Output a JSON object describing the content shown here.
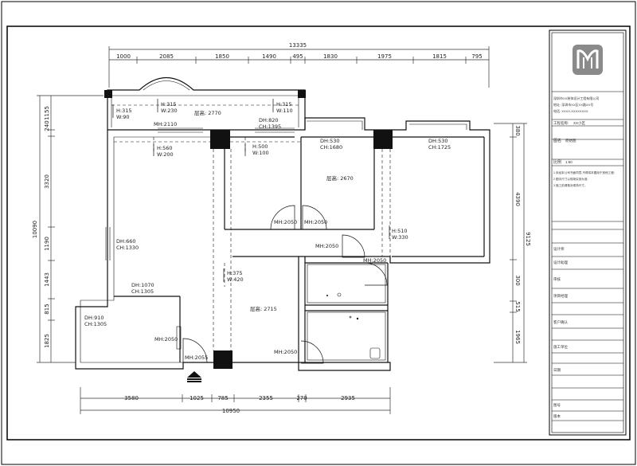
{
  "dims": {
    "overall_top": "13335",
    "top": [
      "1000",
      "2085",
      "1850",
      "1490",
      "495",
      "1830",
      "1975",
      "1815",
      "795"
    ],
    "overall_bottom": "10950",
    "bottom": [
      "3580",
      "1025",
      "785",
      "2355",
      "270",
      "2935"
    ],
    "overall_left": "10090",
    "left": [
      "1155",
      "240",
      "3320",
      "1190",
      "1443",
      "815",
      "1825"
    ],
    "overall_right": "9125",
    "right": [
      "380",
      "4390",
      "300",
      "515",
      "1965"
    ]
  },
  "labels": {
    "h315_a": "H:315",
    "w90": "W:90",
    "h315_b": "H:315",
    "w230": "W:230",
    "h315_c": "H:315",
    "w110": "W:110",
    "room_2770": "层高: 2770",
    "mh2110": "MH:2110",
    "dh820": "DH:820",
    "ch1395": "CH:1395",
    "h560": "H:560",
    "w200": "W:200",
    "h500": "H:500",
    "w100": "W:100",
    "dh530_a": "DH:530",
    "ch1680": "CH:1680",
    "dh530_b": "DH:530",
    "ch1725": "CH:1725",
    "room_2670": "层高: 2670",
    "dh660": "DH:660",
    "ch1330": "CH:1330",
    "mh2050_a": "MH:2050",
    "mh2050_b": "MH:2050",
    "mh2050_c": "MH:2050",
    "mh2050_d": "MH:2050",
    "h510": "H:510",
    "w330": "W:330",
    "h375": "H:375",
    "w420": "W:420",
    "dh1070": "DH:1070",
    "ch1305_a": "CH:1305",
    "room_2715": "层高: 2715",
    "dh910": "DH:910",
    "ch1305_b": "CH:1305",
    "mh2050_e": "MH:2050",
    "mh2050_f": "MH:2050",
    "mh2055": "MH:2055"
  },
  "title_block": {
    "company_lines": [
      "深圳市XX装饰设计工程有限公司",
      "地址: 深圳市XX区XX路XX号",
      "电话: XXXX-XXXXXXXX"
    ],
    "project_label": "工程名称:",
    "project_value": "XX小区",
    "drawing_label": "图名",
    "drawing_value": "原始图",
    "scale_label": "比例",
    "scale_value": "1:60",
    "notes": [
      "1.未经本公司书面同意,不得将本图用于其他工程;",
      "2.图中尺寸以现场实测为准;",
      "3.施工前请核对现场尺寸。"
    ],
    "rows": [
      "设计师",
      "设计助理",
      "审核",
      "项目经理",
      "客户确认",
      "施工单位",
      "日期",
      "图号",
      "版本"
    ]
  },
  "colors": {
    "line": "#111111",
    "frame": "#000000",
    "dim": "#333333"
  }
}
